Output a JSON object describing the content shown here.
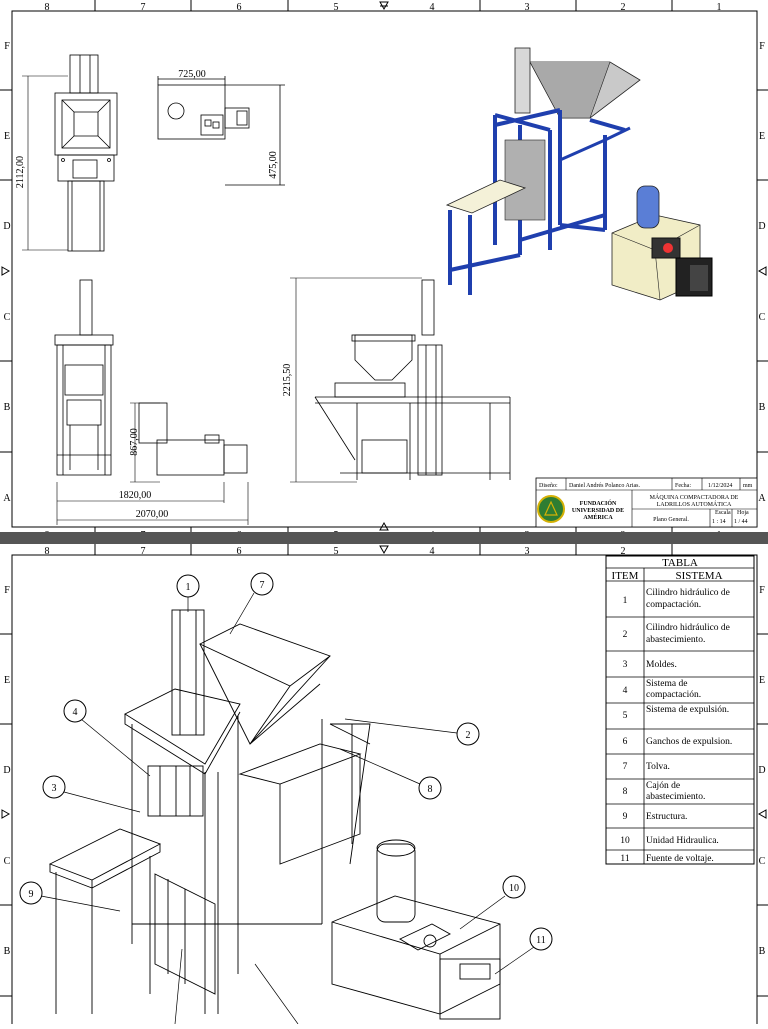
{
  "zones": {
    "columns": [
      "8",
      "7",
      "6",
      "5",
      "4",
      "3",
      "2",
      "1"
    ],
    "rows": [
      "F",
      "E",
      "D",
      "C",
      "B",
      "A"
    ]
  },
  "sheet1": {
    "dimensions": {
      "top_width": "725,00",
      "top_depth": "475,00",
      "front_height": "2112,00",
      "side_height": "2215,50",
      "unit_height": "867,00",
      "overall_1": "1820,00",
      "overall_2": "2070,00"
    },
    "title_block": {
      "design_label": "Diseño:",
      "designer": "Daniel Andrés Polanco Arias.",
      "date_label": "Fecha:",
      "date": "1/12/2024",
      "unit": "mm",
      "institution": [
        "FUNDACIÓN",
        "UNIVERSIDAD DE",
        "AMÉRICA"
      ],
      "project": [
        "MÁQUINA COMPACTADORA DE",
        "LADRILLOS AUTOMÁTICA"
      ],
      "plan": "Plano General.",
      "scale_label": "Escala",
      "scale": "1 : 14",
      "sheet_label": "Hoja",
      "sheet": "1 / 44"
    }
  },
  "sheet2": {
    "table": {
      "title": "TABLA",
      "headers": [
        "ITEM",
        "SISTEMA"
      ],
      "rows": [
        {
          "item": "1",
          "system": "Cilindro hidráulico de compactación."
        },
        {
          "item": "2",
          "system": "Cilindro hidráulico de abastecimiento."
        },
        {
          "item": "3",
          "system": "Moldes."
        },
        {
          "item": "4",
          "system": "Sistema de compactación."
        },
        {
          "item": "5",
          "system": "Sistema de expulsión."
        },
        {
          "item": "6",
          "system": "Ganchos de expulsion."
        },
        {
          "item": "7",
          "system": "Tolva."
        },
        {
          "item": "8",
          "system": "Cajón de abastecimiento."
        },
        {
          "item": "9",
          "system": "Estructura."
        },
        {
          "item": "10",
          "system": "Unidad Hidraulica."
        },
        {
          "item": "11",
          "system": "Fuente de voltaje."
        }
      ]
    },
    "balloons": [
      "1",
      "2",
      "3",
      "4",
      "7",
      "8",
      "9",
      "10",
      "11"
    ]
  },
  "colors": {
    "frame_blue": "#1f3fae",
    "hopper_grey": "#c9c9c9",
    "unit_cream": "#f1edc6",
    "cylinder_blue": "#5a7ed6",
    "logo_green": "#2e7d32",
    "logo_gold": "#d4b106",
    "separator": "#555555"
  }
}
